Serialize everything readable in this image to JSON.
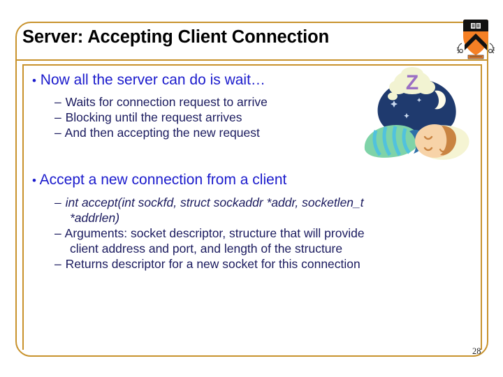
{
  "slide": {
    "title": "Server: Accepting Client Connection",
    "page_number": "28",
    "colors": {
      "frame": "#C8922C",
      "level1_text": "#1A1ACC",
      "level2_text": "#1A1A5E",
      "title_text": "#000000",
      "logo_orange": "#F58025",
      "logo_black": "#121212"
    },
    "blocks": [
      {
        "bullet": "Now all the server can do is wait…",
        "sub_items": [
          "Waits for connection request to arrive",
          "Blocking until the request arrives",
          "And then accepting the new request"
        ]
      },
      {
        "bullet": "Accept a new connection from a client",
        "sub_items": [
          "int accept(int sockfd, struct sockaddr *addr, socketlen_t",
          "*addrlen)",
          "Arguments: socket descriptor, structure that will provide",
          "client address and port, and length of the structure",
          "Returns descriptor for a new socket for this connection"
        ]
      }
    ],
    "markers": {
      "bullet_dot": "•",
      "dash": "–"
    },
    "images": {
      "logo": "princeton-shield-logo",
      "clipart": "sleeping-baby-clipart",
      "clipart_z": "Z"
    }
  }
}
